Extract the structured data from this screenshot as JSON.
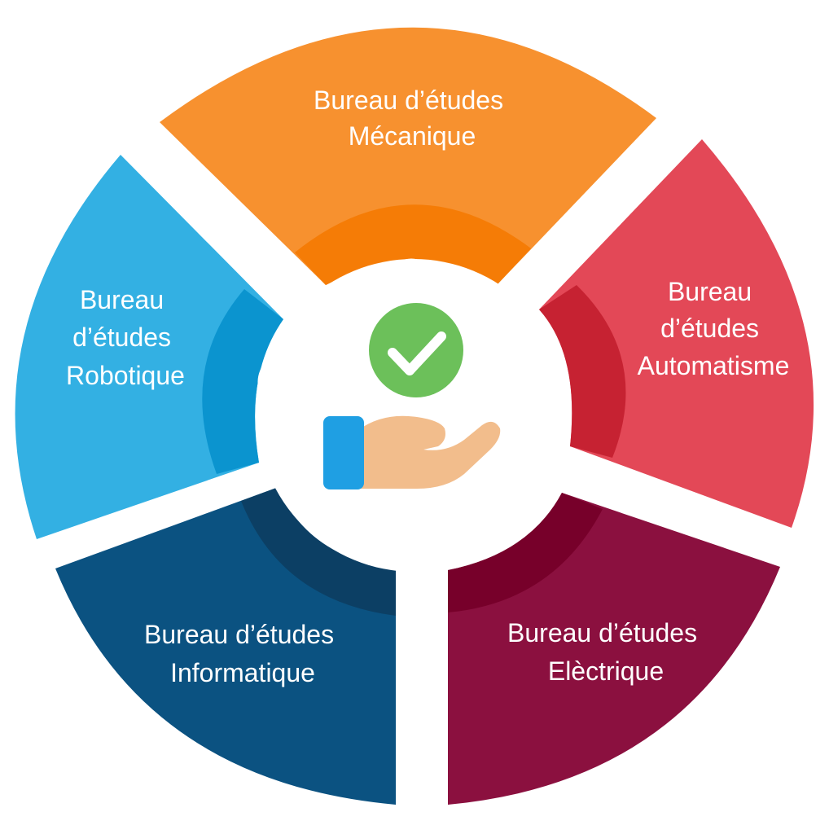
{
  "segments": [
    {
      "id": "mecanique",
      "lines": [
        "Bureau d’études",
        "Mécanique"
      ],
      "color": "#F7912F",
      "inner_color": "#F57C06"
    },
    {
      "id": "automatisme",
      "lines": [
        "Bureau",
        "d’études",
        "Automatisme"
      ],
      "color": "#E34857",
      "inner_color": "#C62232"
    },
    {
      "id": "electrique",
      "lines": [
        "Bureau d’études",
        "Elèctrique"
      ],
      "color": "#8B103F",
      "inner_color": "#77002A"
    },
    {
      "id": "informatique",
      "lines": [
        "Bureau d’études",
        "Informatique"
      ],
      "color": "#0B5281",
      "inner_color": "#0C3F64"
    },
    {
      "id": "robotique",
      "lines": [
        "Bureau",
        "d’études",
        "Robotique"
      ],
      "color": "#33B0E3",
      "inner_color": "#0B94CF"
    }
  ],
  "center": {
    "check_color": "#6CC05A",
    "hand_color": "#F2BD8C",
    "cuff_color": "#1F9FE3",
    "icons": [
      "check-circle-icon",
      "hand-icon"
    ]
  }
}
